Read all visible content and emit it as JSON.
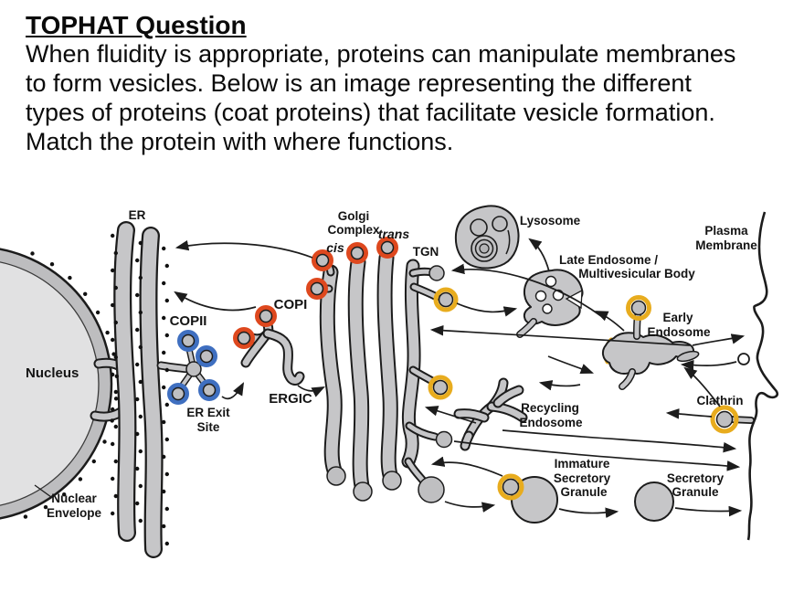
{
  "slide": {
    "title": "TOPHAT Question",
    "body_lines": [
      "When fluidity is appropriate, proteins can manipulate membranes",
      "to form vesicles. Below is an image representing the different",
      "types of proteins (coat proteins) that facilitate vesicle formation.",
      "Match the protein with where functions."
    ]
  },
  "diagram": {
    "labels": {
      "er": "ER",
      "nucleus": "Nucleus",
      "nuclear_envelope_1": "Nuclear",
      "nuclear_envelope_2": "Envelope",
      "er_exit_site_1": "ER Exit",
      "er_exit_site_2": "Site",
      "copii": "COPII",
      "copi": "COPI",
      "ergic": "ERGIC",
      "golgi_1": "Golgi",
      "golgi_2": "Complex",
      "cis": "cis",
      "trans": "trans",
      "tgn": "TGN",
      "lysosome": "Lysosome",
      "late_endosome_1": "Late Endosome /",
      "late_endosome_2": "Multivesicular Body",
      "plasma_membrane_1": "Plasma",
      "plasma_membrane_2": "Membrane",
      "early_endosome_1": "Early",
      "early_endosome_2": "Endosome",
      "clathrin": "Clathrin",
      "recycling_endosome_1": "Recycling",
      "recycling_endosome_2": "Endosome",
      "immature_granule_1": "Immature",
      "immature_granule_2": "Secretory",
      "immature_granule_3": "Granule",
      "secretory_granule_1": "Secretory",
      "secretory_granule_2": "Granule"
    },
    "colors": {
      "copii": "#3f6fc0",
      "copi": "#de481e",
      "clathrin": "#e8ac1e",
      "copii_text": "#3f6fc0",
      "copi_text": "#de481e",
      "clathrin_text": "#e4ad35"
    }
  }
}
